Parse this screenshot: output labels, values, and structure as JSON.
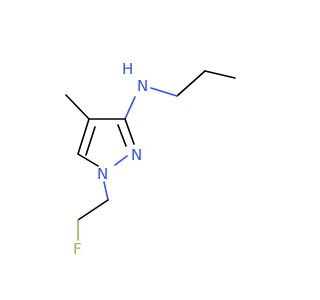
{
  "atoms": {
    "amine_n": "N",
    "amine_h": "H",
    "ring_n2": "N",
    "ring_n1": "N",
    "fluorine": "F"
  },
  "colors": {
    "bond": "#000000",
    "nitrogen": "#3050f8",
    "fluorine": "#90c050"
  }
}
